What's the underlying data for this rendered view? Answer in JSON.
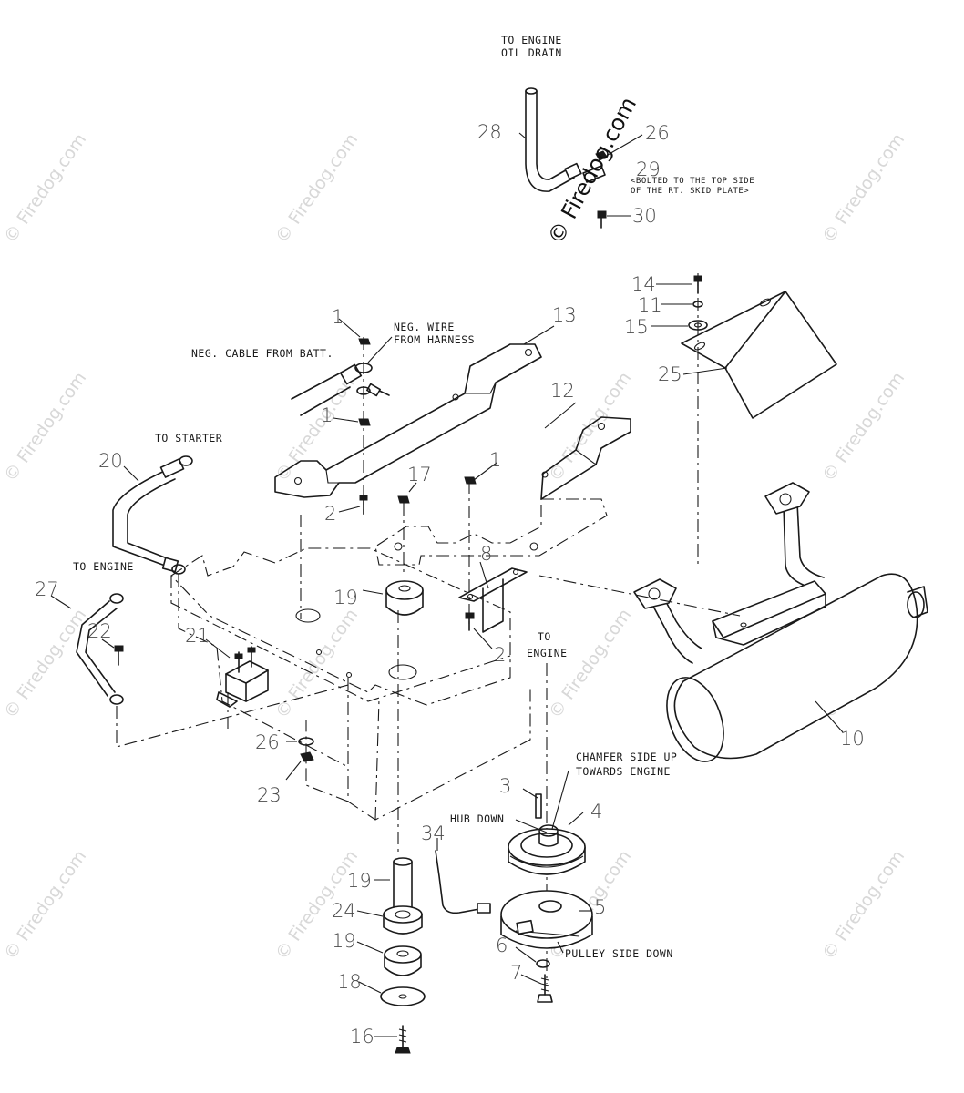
{
  "watermark": {
    "text": "© Firedog.com",
    "featured_text": "© Firedog.com"
  },
  "labels": {
    "to_engine_oil_drain_1": "TO ENGINE",
    "to_engine_oil_drain_2": "OIL DRAIN",
    "bolted_note_1": "<BOLTED TO THE TOP SIDE",
    "bolted_note_2": "OF THE RT. SKID PLATE>",
    "neg_wire_1": "NEG. WIRE",
    "neg_wire_2": "FROM HARNESS",
    "neg_cable": "NEG. CABLE FROM BATT.",
    "to_starter": "TO STARTER",
    "to_engine_left": "TO ENGINE",
    "to_engine_center_1": "TO",
    "to_engine_center_2": "ENGINE",
    "chamfer_1": "CHAMFER SIDE UP",
    "chamfer_2": "TOWARDS ENGINE",
    "hub_down": "HUB DOWN",
    "pulley_side_down": "PULLEY SIDE DOWN"
  },
  "callouts": {
    "n28": "28",
    "n26a": "26",
    "n29": "29",
    "n30": "30",
    "n14": "14",
    "n11": "11",
    "n15": "15",
    "n25": "25",
    "n13": "13",
    "n12": "12",
    "n1a": "1",
    "n1b": "1",
    "n1c": "1",
    "n2a": "2",
    "n2b": "2",
    "n17": "17",
    "n8": "8",
    "n19a": "19",
    "n19b": "19",
    "n19c": "19",
    "n20": "20",
    "n27": "27",
    "n22": "22",
    "n21": "21",
    "n26b": "26",
    "n23": "23",
    "n10": "10",
    "n3": "3",
    "n4": "4",
    "n34": "34",
    "n5": "5",
    "n6": "6",
    "n7": "7",
    "n24": "24",
    "n18": "18",
    "n16": "16"
  }
}
